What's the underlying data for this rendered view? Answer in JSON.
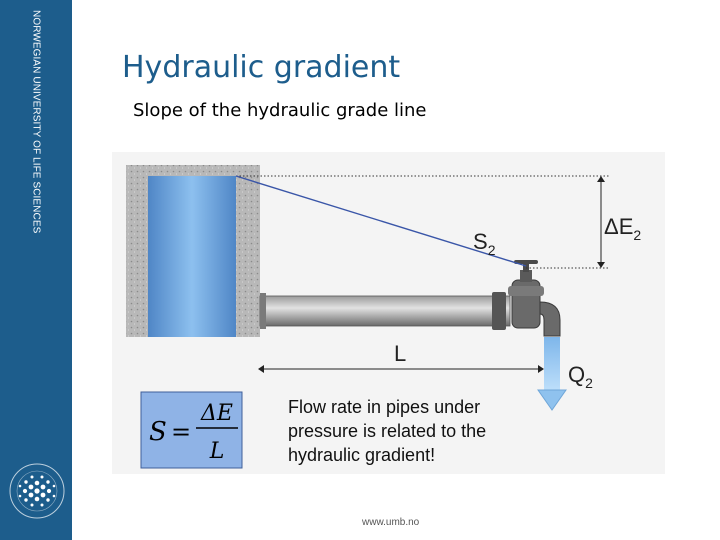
{
  "sidebar": {
    "institution": "NORWEGIAN UNIVERSITY OF LIFE SCIENCES"
  },
  "slide": {
    "title": "Hydraulic gradient",
    "subtitle": "Slope of the hydraulic grade line",
    "footer_url": "www.umb.no"
  },
  "diagram": {
    "slope_label": "S",
    "slope_subscript": "2",
    "head_loss_label": "ΔE",
    "head_loss_subscript": "2",
    "length_label": "L",
    "flow_label": "Q",
    "flow_subscript": "2",
    "formula": {
      "lhs": "S",
      "equals": "=",
      "numerator": "ΔE",
      "denominator": "L"
    },
    "note_lines": [
      "Flow rate in pipes under",
      "pressure is related to the",
      "hydraulic gradient!"
    ]
  },
  "colors": {
    "brand_blue": "#1d5d8c",
    "water": "#6ea8e0",
    "formula_bg": "#8fb3e6"
  }
}
